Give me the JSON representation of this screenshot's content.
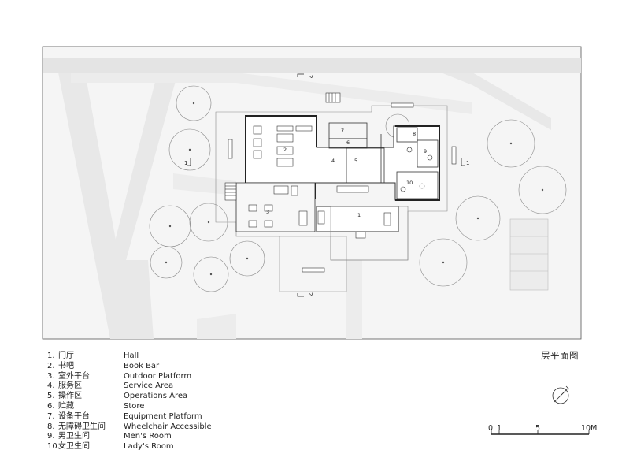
{
  "drawing": {
    "title": "一层平面图",
    "section_marks": [
      "2",
      "2",
      "1",
      "1"
    ],
    "rooms": [
      "1",
      "2",
      "3",
      "4",
      "5",
      "6",
      "7",
      "8",
      "9",
      "10"
    ]
  },
  "legend": [
    {
      "num": "1.",
      "zh": "门厅",
      "en": "Hall"
    },
    {
      "num": "2.",
      "zh": "书吧",
      "en": "Book Bar"
    },
    {
      "num": "3.",
      "zh": "室外平台",
      "en": "Outdoor Platform"
    },
    {
      "num": "4.",
      "zh": "服务区",
      "en": "Service Area"
    },
    {
      "num": "5.",
      "zh": "操作区",
      "en": "Operations Area"
    },
    {
      "num": "6.",
      "zh": "贮藏",
      "en": "Store"
    },
    {
      "num": "7.",
      "zh": "设备平台",
      "en": "Equipment Platform"
    },
    {
      "num": "8.",
      "zh": "无障碍卫生间",
      "en": "Wheelchair Accessible"
    },
    {
      "num": "9.",
      "zh": "男卫生间",
      "en": "Men's Room"
    },
    {
      "num": "10.",
      "zh": "女卫生间",
      "en": "Lady's Room"
    }
  ],
  "scale_bar": {
    "labels": [
      "0",
      "1",
      "5",
      "10M"
    ]
  },
  "colors": {
    "ground": "#f4f4f4",
    "road": "#e6e6e6",
    "line": "#333333",
    "thin": "#999999"
  },
  "icons": {
    "north": "north-arrow-icon"
  }
}
